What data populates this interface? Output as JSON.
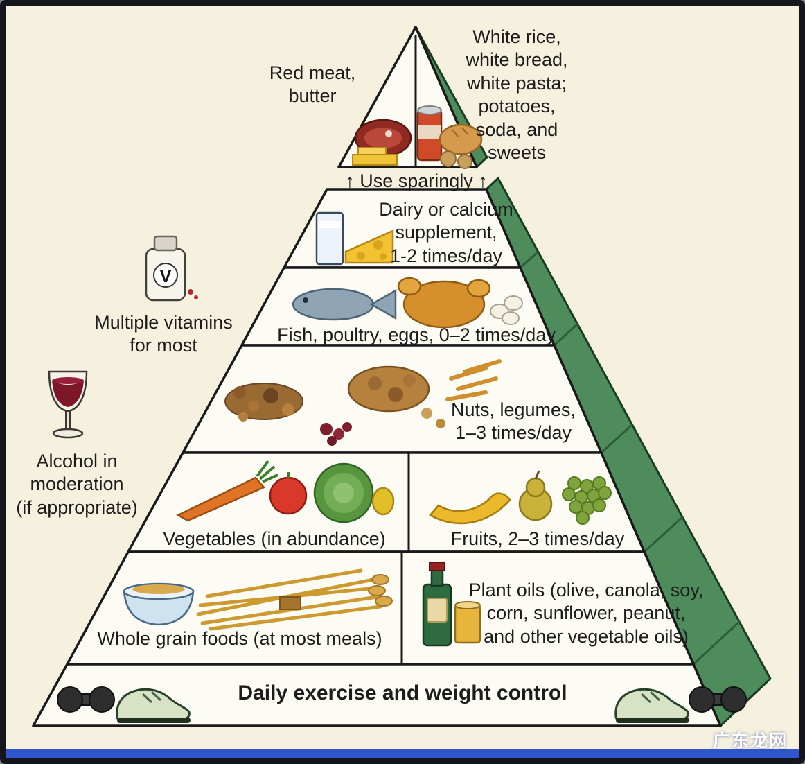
{
  "colors": {
    "background": "#f6f1df",
    "frame": "#15151d",
    "pyramid_face": "#fdfcf4",
    "pyramid_outline": "#191919",
    "side_green": "#4e8c5b",
    "bottom_strip": "#2f55cf",
    "text": "#1c1c1c"
  },
  "apex": {
    "left_label": "Red meat,\nbutter",
    "right_label": "White rice,\nwhite bread,\nwhite pasta;\npotatoes,\nsoda, and\nsweets",
    "caption": "↑ Use sparingly ↑"
  },
  "tiers": {
    "dairy": "Dairy or calcium\nsupplement,\n1-2 times/day",
    "fish": "Fish, poultry, eggs, 0–2 times/day",
    "nuts": "Nuts, legumes,\n1–3 times/day",
    "vegetables": "Vegetables (in abundance)",
    "fruits": "Fruits, 2–3 times/day",
    "whole_grains": "Whole grain foods (at most meals)",
    "plant_oils": "Plant oils (olive, canola, soy,\ncorn, sunflower, peanut,\nand other vegetable oils)",
    "exercise": "Daily exercise and weight control"
  },
  "side_notes": {
    "vitamins": "Multiple vitamins\nfor most",
    "alcohol": "Alcohol in\nmoderation\n(if appropriate)"
  },
  "icons": {
    "vitamin_bottle_letter": "V"
  },
  "watermark": "广东龙网"
}
